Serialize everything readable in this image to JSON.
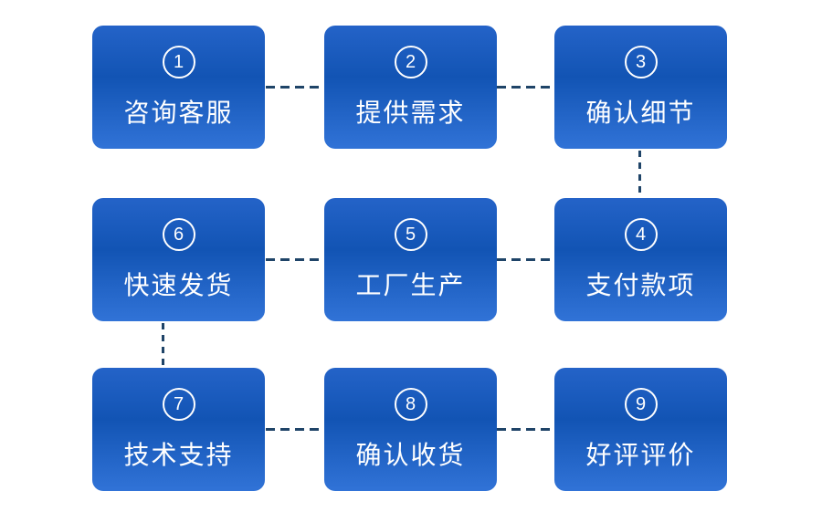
{
  "flow": {
    "connector_color": "#1f4468",
    "box_gradient_top": "#2463c8",
    "box_gradient_mid": "#1254b4",
    "box_gradient_bottom": "#3173d7",
    "text_color": "#ffffff",
    "background_color": "#ffffff",
    "steps": [
      {
        "number": "1",
        "label": "咨询客服"
      },
      {
        "number": "2",
        "label": "提供需求"
      },
      {
        "number": "3",
        "label": "确认细节"
      },
      {
        "number": "4",
        "label": "支付款项"
      },
      {
        "number": "5",
        "label": "工厂生产"
      },
      {
        "number": "6",
        "label": "快速发货"
      },
      {
        "number": "7",
        "label": "技术支持"
      },
      {
        "number": "8",
        "label": "确认收货"
      },
      {
        "number": "9",
        "label": "好评评价"
      }
    ]
  }
}
